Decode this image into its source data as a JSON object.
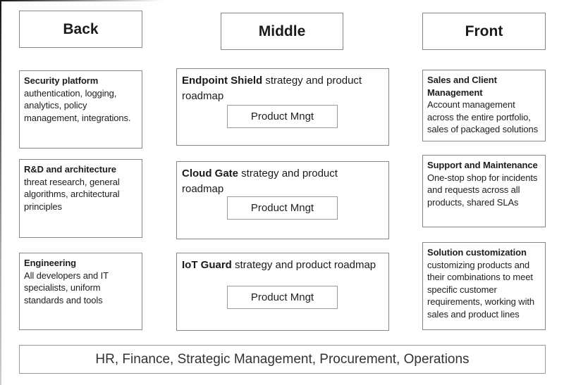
{
  "colors": {
    "background": "#ffffff",
    "box_border": "#858585",
    "sub_box_border": "#9a9a9a",
    "text": "#1a1a1a",
    "bar_text": "#333333"
  },
  "headers": [
    {
      "id": "back",
      "label": "Back"
    },
    {
      "id": "middle",
      "label": "Middle"
    },
    {
      "id": "front",
      "label": "Front"
    }
  ],
  "back_column": [
    {
      "title": "Security platform",
      "body": "authentication, logging,\nanalytics, policy\nmanagement, integrations."
    },
    {
      "title": "R&D and architecture",
      "body": "threat research, general\nalgorithms, architectural\nprinciples"
    },
    {
      "title": "Engineering",
      "body": "All developers and IT\nspecialists, uniform\nstandards and tools"
    }
  ],
  "middle_column": [
    {
      "name": "Endpoint Shield",
      "suffix": " strategy and product\nroadmap",
      "sub_label": "Product Mngt"
    },
    {
      "name": "Cloud Gate",
      "suffix": " strategy and product\nroadmap",
      "sub_label": "Product Mngt"
    },
    {
      "name": "IoT Guard",
      "suffix": " strategy and product roadmap",
      "sub_label": "Product Mngt"
    }
  ],
  "front_column": [
    {
      "title": "Sales and Client\nManagement",
      "body": "Account management\nacross the entire portfolio,\nsales of packaged solutions"
    },
    {
      "title": "Support and Maintenance",
      "body": "One-stop shop for incidents\nand requests across all\nproducts, shared SLAs"
    },
    {
      "title": "Solution customization",
      "body": "customizing products and\ntheir combinations to meet\nspecific customer\nrequirements, working with\nsales and product lines"
    }
  ],
  "bottom_bar": {
    "label": "HR, Finance, Strategic Management, Procurement, Operations"
  }
}
